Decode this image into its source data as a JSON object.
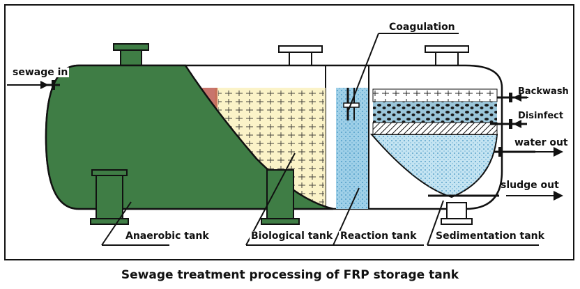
{
  "labels": {
    "sewage_in": "sewage in",
    "coagulation": "Coagulation",
    "backwash": "Backwash",
    "disinfect": "Disinfect",
    "water_out": "water out",
    "sludge_out": "sludge out",
    "anaerobic_tank": "Anaerobic tank",
    "biological_tank": "Biological tank",
    "reaction_tank": "Reaction tank",
    "sedimentation_tank": "Sedimentation tank"
  },
  "caption": "Sewage treatment processing of FRP storage tank",
  "colors": {
    "anaerobic": "#3f7d45",
    "biological_fill": "#fbf3c8",
    "reaction_fill": "#9fd0e8",
    "sedimentation_fill": "#c4e4f2",
    "outline": "#111111"
  }
}
